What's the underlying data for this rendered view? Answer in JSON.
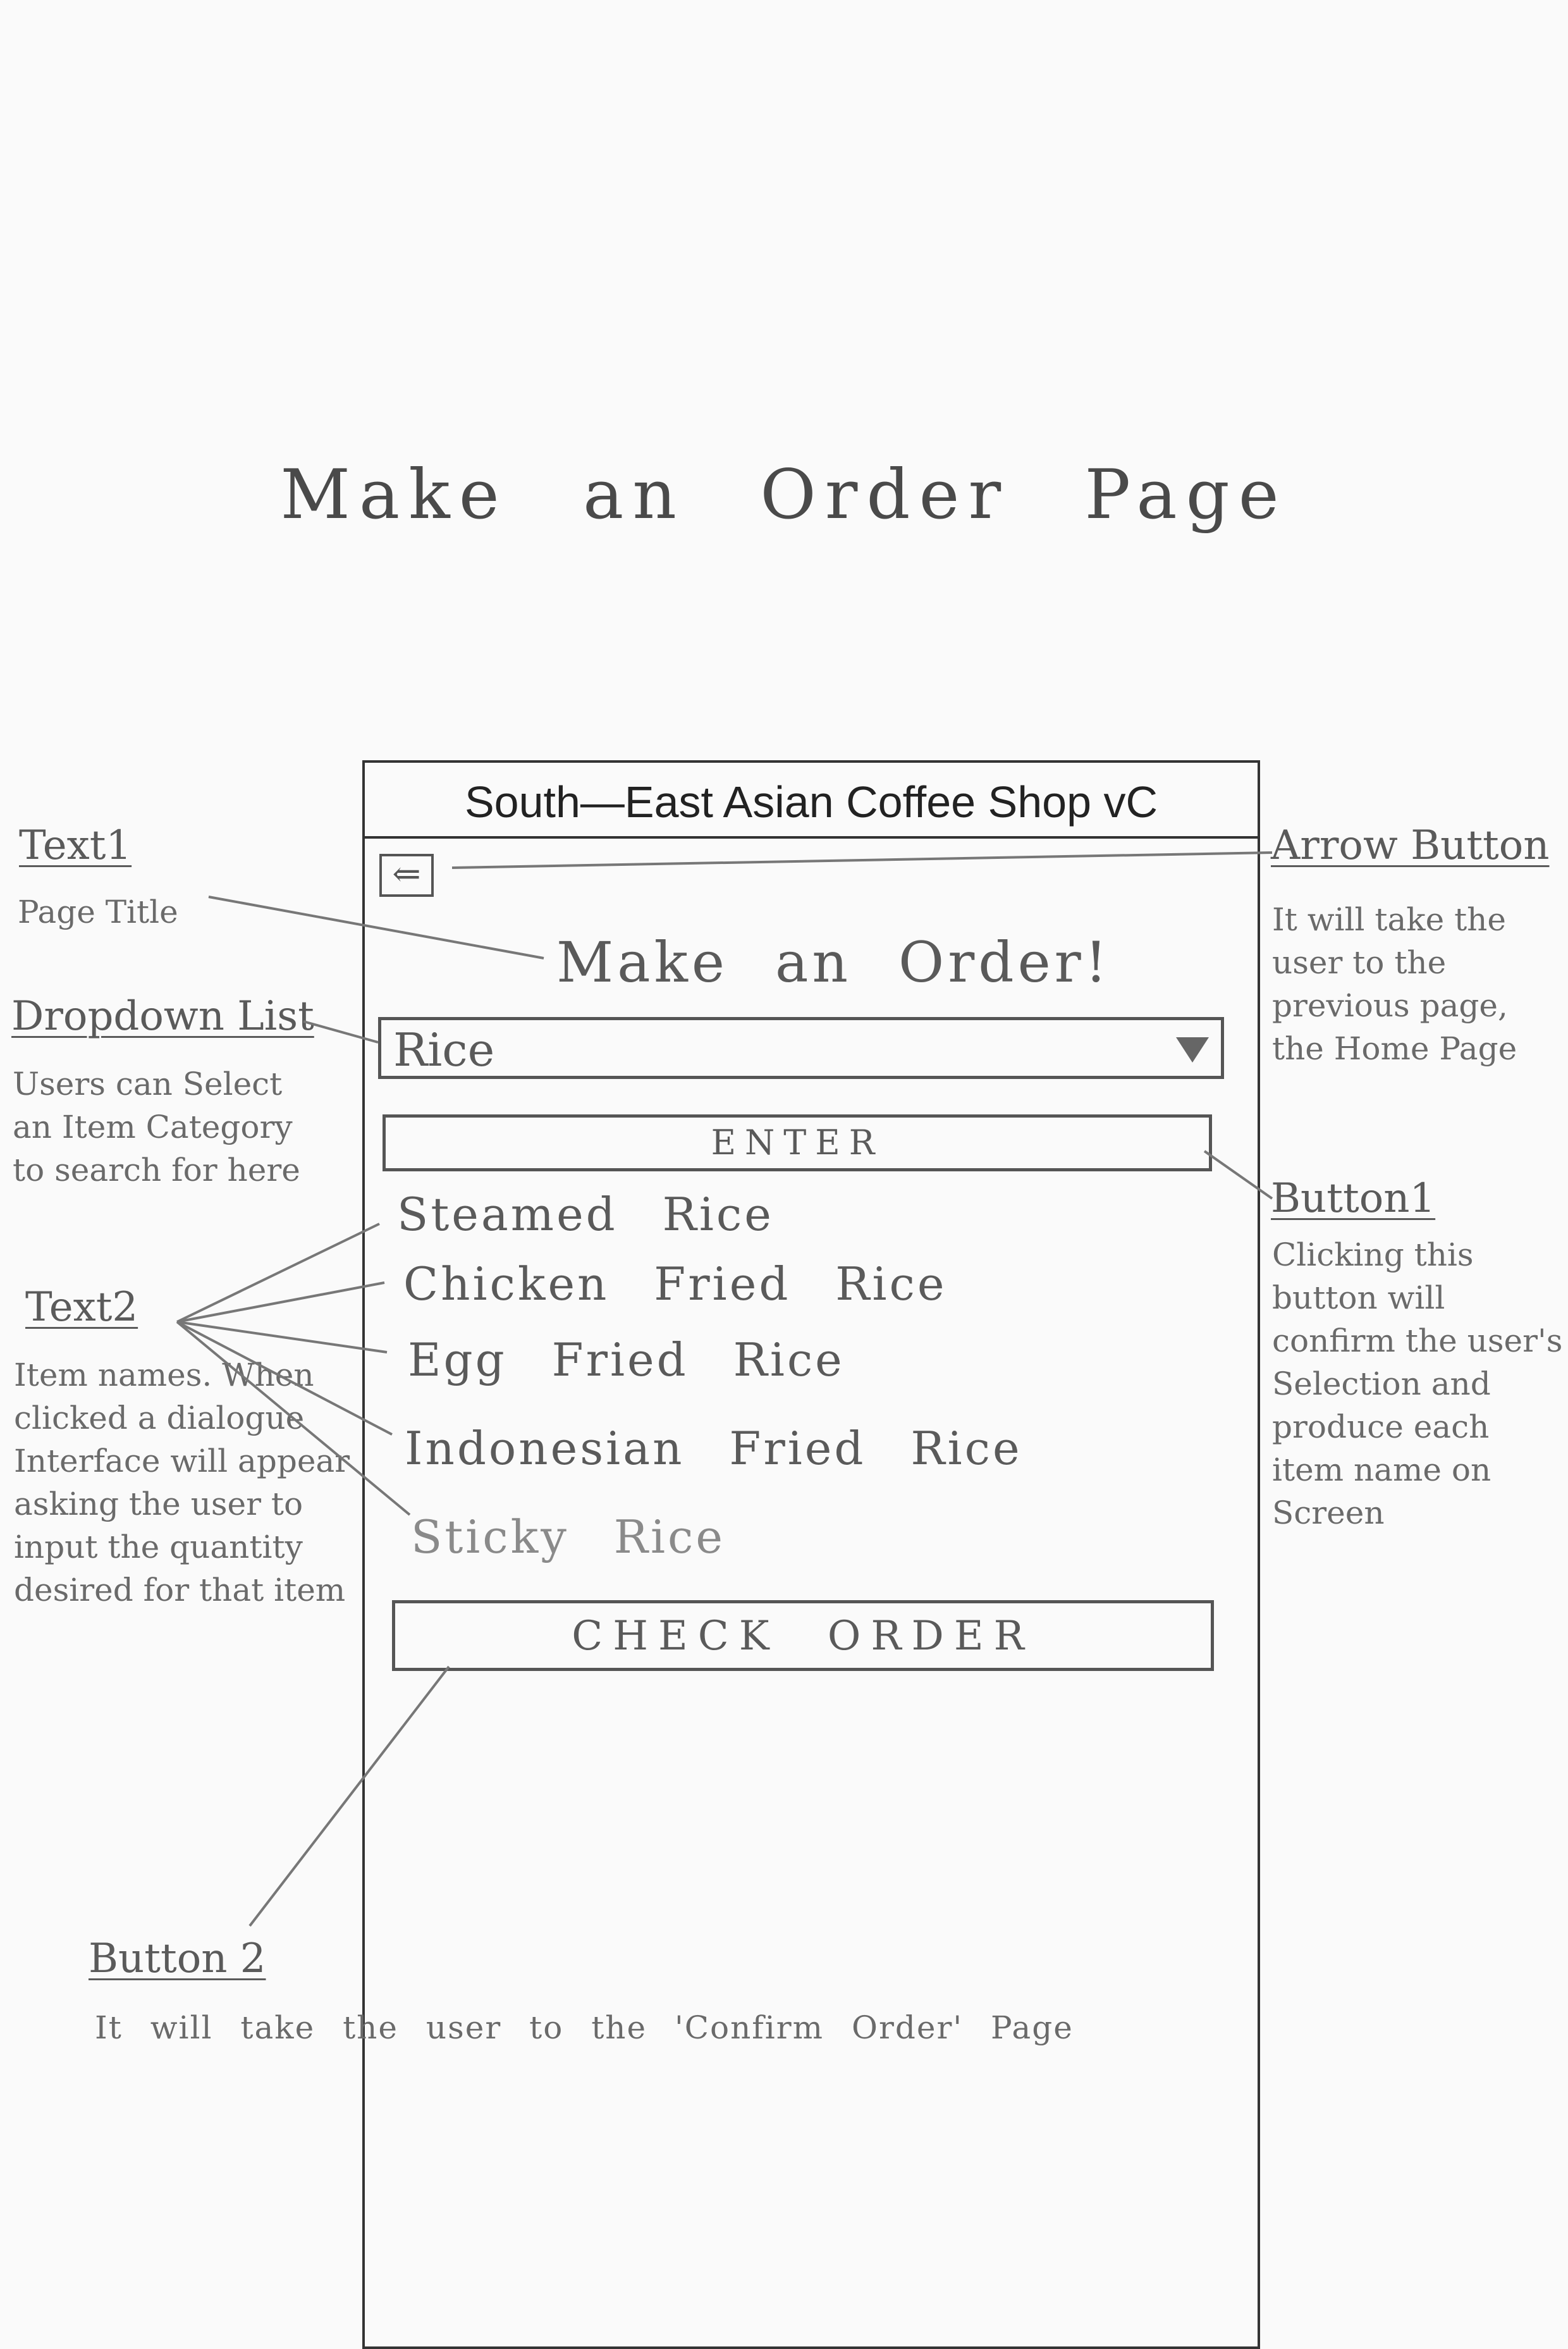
{
  "heading": "Make an Order Page",
  "app": {
    "window_title": "South—East Asian Coffee Shop vC",
    "back_icon": "arrow-left-icon",
    "back_glyph": "⇐",
    "page_title": "Make an Order!",
    "dropdown": {
      "selected": "Rice"
    },
    "enter_label": "ENTER",
    "items": [
      "Steamed Rice",
      "Chicken Fried Rice",
      "Egg Fried Rice",
      "Indonesian Fried Rice",
      "Sticky Rice"
    ],
    "check_order_label": "CHECK ORDER"
  },
  "annotations": {
    "text1": {
      "title": "Text1",
      "body": "Page Title"
    },
    "dropdown": {
      "title": "Dropdown List",
      "body": "Users can Select an Item Category to search for here"
    },
    "text2": {
      "title": "Text2",
      "body": "Item names. When clicked a dialogue Interface will appear asking the user to input the quantity desired for that item"
    },
    "arrow_button": {
      "title": "Arrow Button",
      "body": "It will take the user to the previous page, the Home Page"
    },
    "button1": {
      "title": "Button1",
      "body": "Clicking this button will confirm the user's Selection and produce each item name on Screen"
    },
    "button2": {
      "title": "Button 2",
      "body": "It will take the user to the 'Confirm Order' Page"
    }
  }
}
